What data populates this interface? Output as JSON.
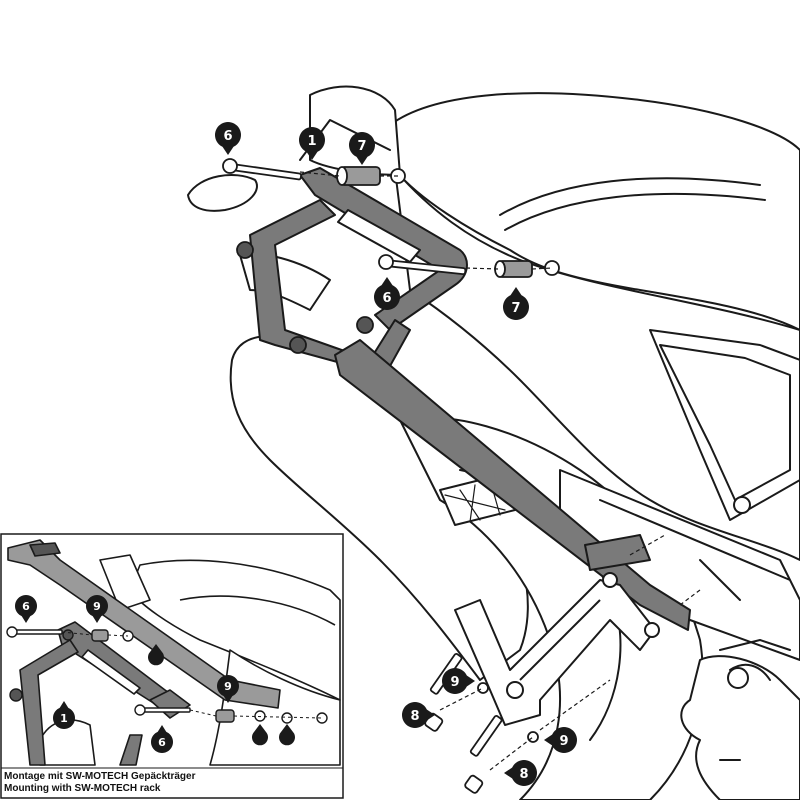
{
  "diagram": {
    "caption_de": "Montage mit SW-MOTECH Gepäckträger",
    "caption_en": "Mounting with SW-MOTECH rack",
    "callouts_main": [
      {
        "id": "c6a",
        "label": "6"
      },
      {
        "id": "c1a",
        "label": "1"
      },
      {
        "id": "c7a",
        "label": "7"
      },
      {
        "id": "c6b",
        "label": "6"
      },
      {
        "id": "c7b",
        "label": "7"
      },
      {
        "id": "c9a",
        "label": "9"
      },
      {
        "id": "c8a",
        "label": "8"
      },
      {
        "id": "c9b",
        "label": "9"
      },
      {
        "id": "c8b",
        "label": "8"
      }
    ],
    "callouts_inset": [
      {
        "id": "i6a",
        "label": "6"
      },
      {
        "id": "i9a",
        "label": "9"
      },
      {
        "id": "i1a",
        "label": "1"
      },
      {
        "id": "i6b",
        "label": "6"
      },
      {
        "id": "i9b",
        "label": "9"
      }
    ],
    "colors": {
      "line": "#1a1a1a",
      "part": "#7a7a7a",
      "part_dark": "#555555",
      "bubble": "#1a1a1a"
    }
  }
}
